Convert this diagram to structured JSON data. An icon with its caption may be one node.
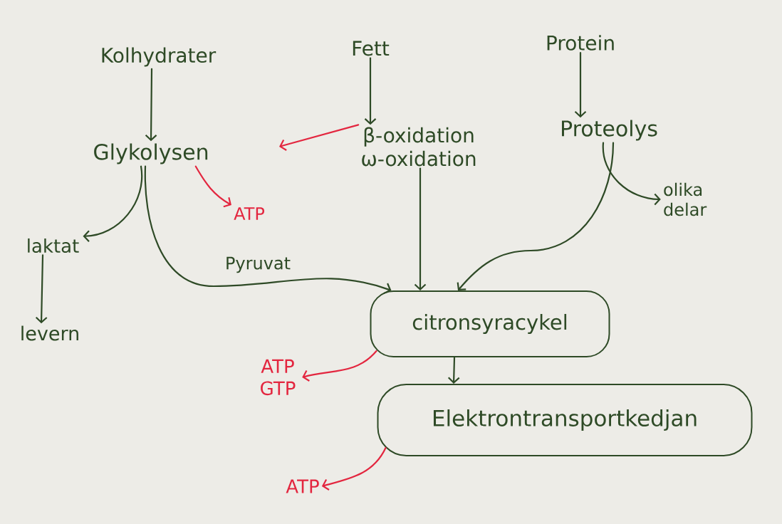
{
  "diagram": {
    "nodes": [
      {
        "text": [
          "Kolhydrater"
        ]
      },
      {
        "text": [
          "Fett"
        ]
      },
      {
        "text": [
          "Protein"
        ]
      },
      {
        "text": [
          "Glykolysen"
        ]
      },
      {
        "text": [
          "β-oxidation",
          "ω-oxidation"
        ]
      },
      {
        "text": [
          "Proteolys"
        ]
      },
      {
        "text": [
          "ATP"
        ]
      },
      {
        "text": [
          "olika delar"
        ]
      },
      {
        "text": [
          "laktat"
        ]
      },
      {
        "text": [
          "levern"
        ]
      },
      {
        "text": [
          "citronsyracykel"
        ]
      },
      {
        "text": [
          "ATP GTP"
        ]
      },
      {
        "text": [
          "Elektrontransportkedjan"
        ]
      },
      {
        "text": [
          "ATP"
        ]
      }
    ],
    "edges": [
      {
        "from": 0,
        "to": 3,
        "arrow": "to"
      },
      {
        "from": 1,
        "to": 4,
        "arrow": "to"
      },
      {
        "from": 2,
        "to": 5,
        "arrow": "to"
      },
      {
        "from": 3,
        "to": 8,
        "arrow": "to"
      },
      {
        "from": 3,
        "to": 10,
        "arrow": "to",
        "label": "Pyruvat"
      },
      {
        "from": 4,
        "to": 10,
        "arrow": "to"
      },
      {
        "from": 5,
        "to": 7,
        "arrow": "to"
      },
      {
        "from": 5,
        "to": 10,
        "arrow": "to"
      },
      {
        "from": 8,
        "to": 9,
        "arrow": "to"
      },
      {
        "from": 10,
        "to": 12,
        "arrow": "to"
      },
      {
        "from": 3,
        "to": 6,
        "arrow": "to",
        "color": "#e3263f"
      },
      {
        "from": 10,
        "to": 11,
        "arrow": "to",
        "color": "#e3263f"
      },
      {
        "from": 12,
        "to": 13,
        "arrow": "to",
        "color": "#e3263f"
      },
      {
        "from": 4,
        "to": null,
        "arrow": "to",
        "color": "#e3263f"
      }
    ]
  }
}
